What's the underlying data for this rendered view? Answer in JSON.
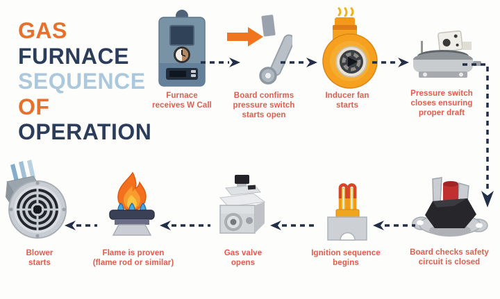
{
  "title": {
    "lines": [
      {
        "text": "GAS",
        "color": "#E8702D"
      },
      {
        "text": "FURNACE",
        "color": "#2B3D5B"
      },
      {
        "text": "SEQUENCE",
        "color": "#ABC8DD"
      },
      {
        "text": "OF",
        "color": "#E8702D"
      },
      {
        "text": "OPERATION",
        "color": "#2B3D5B"
      }
    ]
  },
  "steps": [
    {
      "order": 1,
      "label": "Furnace\nreceives W Call",
      "icon": "furnace-icon"
    },
    {
      "order": 2,
      "label": "Board confirms\npressure switch\nstarts open",
      "icon": "pressure-switch-open-lever-icon"
    },
    {
      "order": 3,
      "label": "Inducer fan\nstarts",
      "icon": "inducer-fan-icon"
    },
    {
      "order": 4,
      "label": "Pressure switch\ncloses ensuring\nproper draft",
      "icon": "pressure-switch-icon"
    },
    {
      "order": 5,
      "label": "Board checks safety\ncircuit is closed",
      "icon": "limit-switch-icon"
    },
    {
      "order": 6,
      "label": "Ignition sequence\nbegins",
      "icon": "hot-surface-igniter-icon"
    },
    {
      "order": 7,
      "label": "Gas valve\nopens",
      "icon": "gas-valve-icon"
    },
    {
      "order": 8,
      "label": "Flame is proven\n(flame rod or similar)",
      "icon": "burner-flame-icon"
    },
    {
      "order": 9,
      "label": "Blower\nstarts",
      "icon": "blower-icon"
    }
  ],
  "colors": {
    "background": "#FDFDFB",
    "caption_text": "#E25B4D",
    "dashed_arrow": "#232F47",
    "accent_arrow_orange": "#F0751F",
    "title_orange": "#E8702D",
    "title_navy": "#2B3D5B",
    "title_light_blue": "#ABC8DD"
  },
  "arrows": {
    "style": "dashed",
    "top_row_direction": "right",
    "bottom_row_direction": "left",
    "right_side": "corner-down"
  }
}
